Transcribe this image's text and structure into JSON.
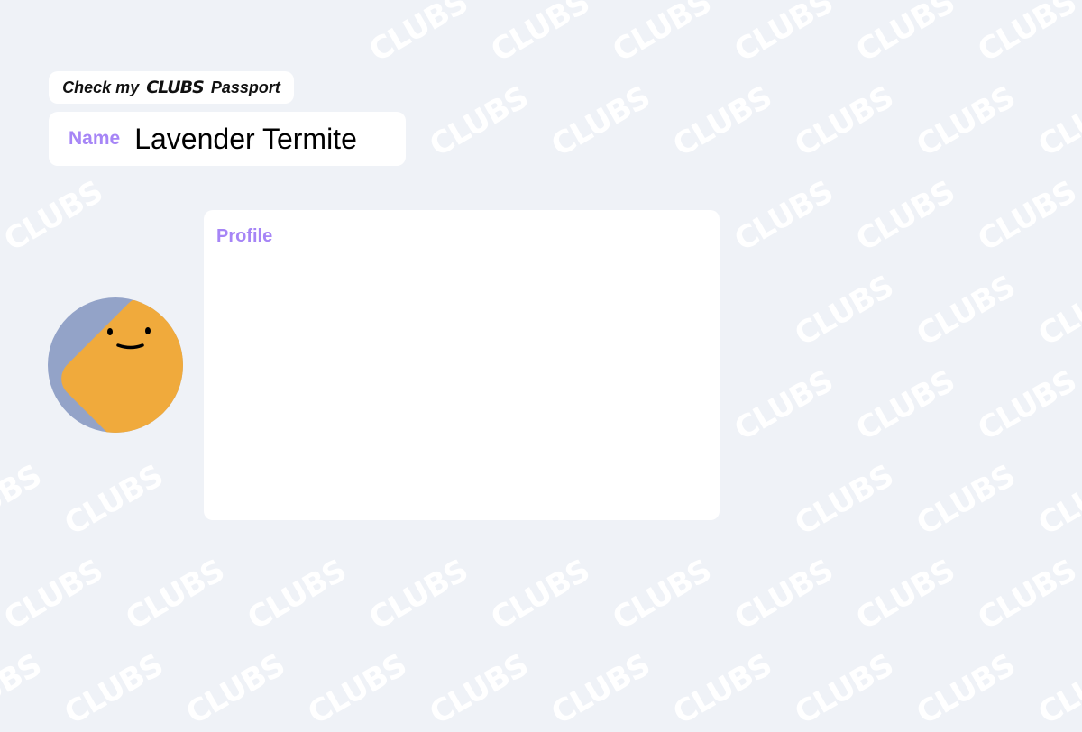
{
  "watermark_text": "CLUBS",
  "header": {
    "check_prefix": "Check my",
    "brand": "CLUBS",
    "check_suffix": "Passport"
  },
  "name_field": {
    "label": "Name",
    "value": "Lavender Termite"
  },
  "profile": {
    "label": "Profile"
  },
  "colors": {
    "accent": "#a685f6",
    "avatar_bg": "#93a3c8",
    "avatar_face": "#f0aa3c",
    "background": "#eff2f7"
  }
}
